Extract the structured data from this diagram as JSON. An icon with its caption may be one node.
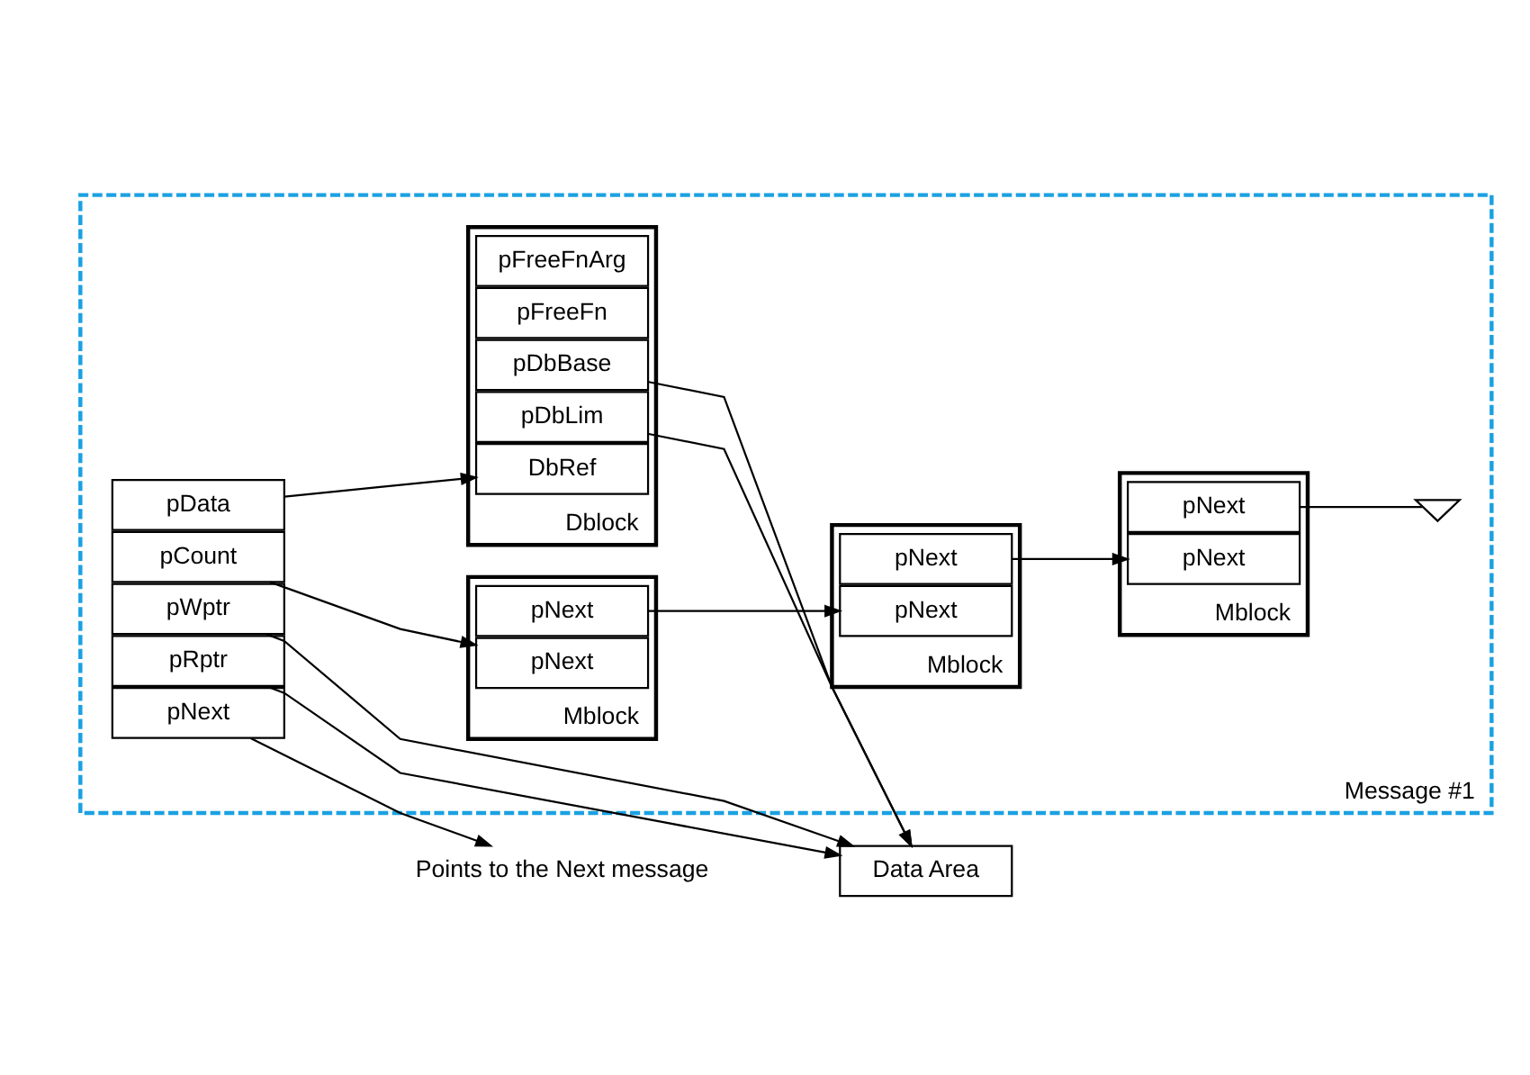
{
  "diagram": {
    "nodes": [
      {
        "text": [
          "Message #1"
        ]
      },
      {
        "text": [
          "pNext"
        ],
        "in": 0
      },
      {
        "text": [
          "pCount"
        ],
        "in": 0
      },
      {
        "text": [
          "pRptr"
        ],
        "in": 0
      },
      {
        "text": [
          "pWptr"
        ],
        "in": 0
      },
      {
        "text": [
          "pData"
        ],
        "in": 0
      },
      {
        "text": [],
        "shape": "box",
        "beside": [
          "Mblock"
        ],
        "in": 0
      },
      {
        "text": [
          "pNext"
        ],
        "in": 6
      },
      {
        "text": [
          "pNext"
        ],
        "in": 6
      },
      {
        "text": [],
        "shape": "box",
        "beside": [
          "Mblock"
        ],
        "in": 0
      },
      {
        "text": [
          "pNext"
        ],
        "in": 9
      },
      {
        "text": [
          "pNext"
        ],
        "in": 9
      },
      {
        "text": [],
        "shape": "box",
        "beside": [
          "Mblock"
        ],
        "in": 0
      },
      {
        "text": [
          "pNext"
        ],
        "in": 12
      },
      {
        "text": [
          "pNext"
        ],
        "in": 12
      },
      {
        "text": [],
        "shape": "box",
        "beside": [
          "Dblock"
        ],
        "in": 0
      },
      {
        "text": [
          "DbRef"
        ],
        "in": 15
      },
      {
        "text": [
          "pDbLim"
        ],
        "in": 15
      },
      {
        "text": [
          "pDbBase"
        ],
        "in": 15
      },
      {
        "text": [
          "pFreeFn"
        ],
        "in": 15
      },
      {
        "text": [
          "pFreeFnArg"
        ],
        "in": 15
      },
      {
        "text": [],
        "shape": "ground",
        "in": 0
      },
      {
        "text": [
          "Points to the Next message"
        ]
      },
      {
        "text": [
          "Data Area"
        ]
      }
    ],
    "edges": [
      {
        "from": 1,
        "to": 22,
        "arrow": "to"
      },
      {
        "from": 2,
        "to": 7,
        "arrow": "to"
      },
      {
        "from": 8,
        "to": 10,
        "arrow": "to"
      },
      {
        "from": 11,
        "to": 13,
        "arrow": "to"
      },
      {
        "from": 14,
        "to": 21,
        "arrow": "none"
      },
      {
        "from": 5,
        "to": 16,
        "arrow": "to"
      },
      {
        "from": 3,
        "to": 23,
        "arrow": "to"
      },
      {
        "from": 4,
        "to": 23,
        "arrow": "to"
      },
      {
        "from": 17,
        "to": 23,
        "arrow": "to"
      },
      {
        "from": 18,
        "to": 23,
        "arrow": "to"
      }
    ]
  }
}
